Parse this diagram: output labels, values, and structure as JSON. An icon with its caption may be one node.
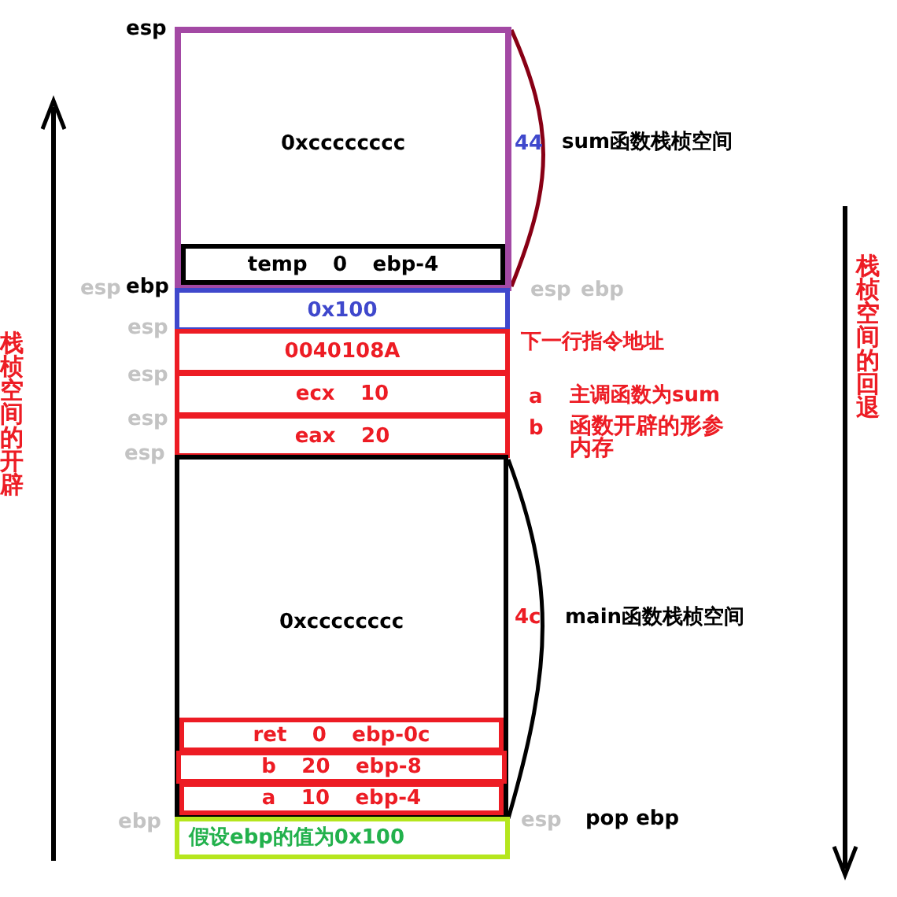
{
  "diagram": {
    "nodes": [
      {
        "text": [
          "0xcccccccc"
        ]
      },
      {
        "text": [
          "temp 0 ebp-4"
        ],
        "in": 0
      },
      {
        "text": [
          "0x100"
        ]
      },
      {
        "text": [
          "0040108A"
        ]
      },
      {
        "text": [
          "ecx 10"
        ]
      },
      {
        "text": [
          "eax 20"
        ]
      },
      {
        "text": [
          "0xcccccccc"
        ]
      },
      {
        "text": [
          "ret 0 ebp-0c"
        ],
        "in": 6
      },
      {
        "text": [
          "b 20 ebp-8"
        ],
        "in": 6
      },
      {
        "text": [
          "a 10 ebp-4"
        ],
        "in": 6
      },
      {
        "text": [
          "假设ebp的值为0x100"
        ]
      }
    ],
    "labels": [
      "esp",
      "44",
      "sum函数栈桢空间",
      "栈桢空间的回退",
      "esp",
      "ebp",
      "esp",
      "ebp",
      "esp",
      "下一行指令地址",
      "esp",
      "a",
      "主调函数为sum",
      "esp",
      "b",
      "函数开辟的形参内存",
      "esp",
      "栈桢空间的开辟",
      "4c",
      "main函数栈桢空间",
      "ebp",
      "esp",
      "pop ebp"
    ]
  }
}
